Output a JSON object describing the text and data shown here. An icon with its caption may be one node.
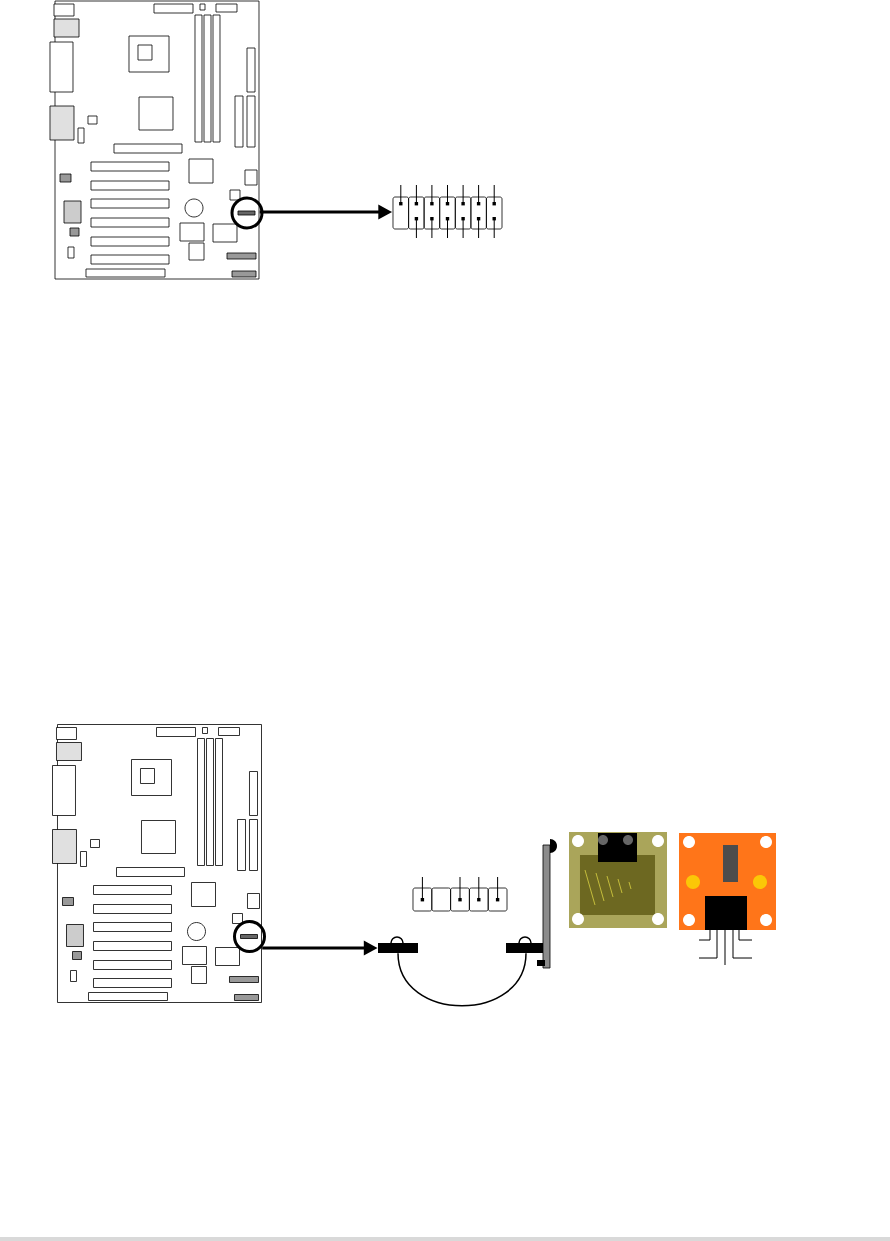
{
  "diagram": {
    "nodes": [
      {
        "text": [],
        "shape": "picture"
      },
      {
        "text": [],
        "shape": "picture"
      },
      {
        "text": [],
        "shape": "picture"
      },
      {
        "text": [],
        "shape": "bar"
      },
      {
        "text": [],
        "shape": "picture"
      },
      {
        "text": [],
        "shape": "bar"
      }
    ],
    "edges": [
      {
        "from": 0,
        "to": 1,
        "arrow": "to"
      },
      {
        "from": 2,
        "to": 3,
        "arrow": "to"
      },
      {
        "from": 3,
        "to": 5,
        "arrow": "none"
      }
    ]
  }
}
